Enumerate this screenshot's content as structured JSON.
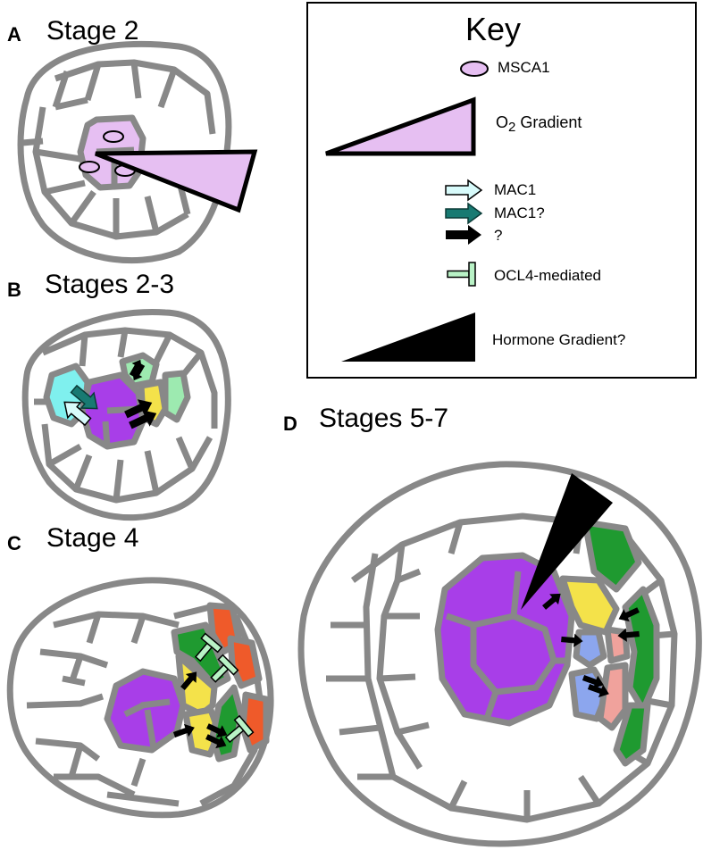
{
  "panels": {
    "a": {
      "letter": "A",
      "title": "Stage 2"
    },
    "b": {
      "letter": "B",
      "title": "Stages 2-3"
    },
    "c": {
      "letter": "C",
      "title": "Stage 4"
    },
    "d": {
      "letter": "D",
      "title": "Stages 5-7"
    }
  },
  "key": {
    "title": "Key",
    "items": [
      {
        "icon": "msca1-ellipse-icon",
        "label": "MSCA1"
      },
      {
        "icon": "o2-gradient-icon",
        "label_main": "O",
        "label_sub": "2",
        "label_rest": " Gradient"
      },
      {
        "icon": "mac1-arrow-icon",
        "label": "MAC1"
      },
      {
        "icon": "mac1-uncertain-arrow-icon",
        "label": "MAC1?"
      },
      {
        "icon": "unknown-signal-arrow-icon",
        "label": "?"
      },
      {
        "icon": "ocl4-inhibition-icon",
        "label": "OCL4-mediated"
      },
      {
        "icon": "hormone-gradient-icon",
        "label": "Hormone Gradient?"
      }
    ]
  },
  "colors": {
    "cell_wall": "#888888",
    "msca1_lilac": "#e6bff2",
    "purple": "#a83ee8",
    "yellow": "#f4e24a",
    "light_green": "#9deab0",
    "cyan": "#7ff0ee",
    "dark_green": "#1f9a30",
    "orange": "#ef5a2a",
    "blue": "#8ca6ee",
    "pink": "#f0a29c",
    "teal_arrow": "#187a72",
    "light_cyan_arrow": "#d8fbfb",
    "ocl4_green": "#b9f2c6"
  }
}
